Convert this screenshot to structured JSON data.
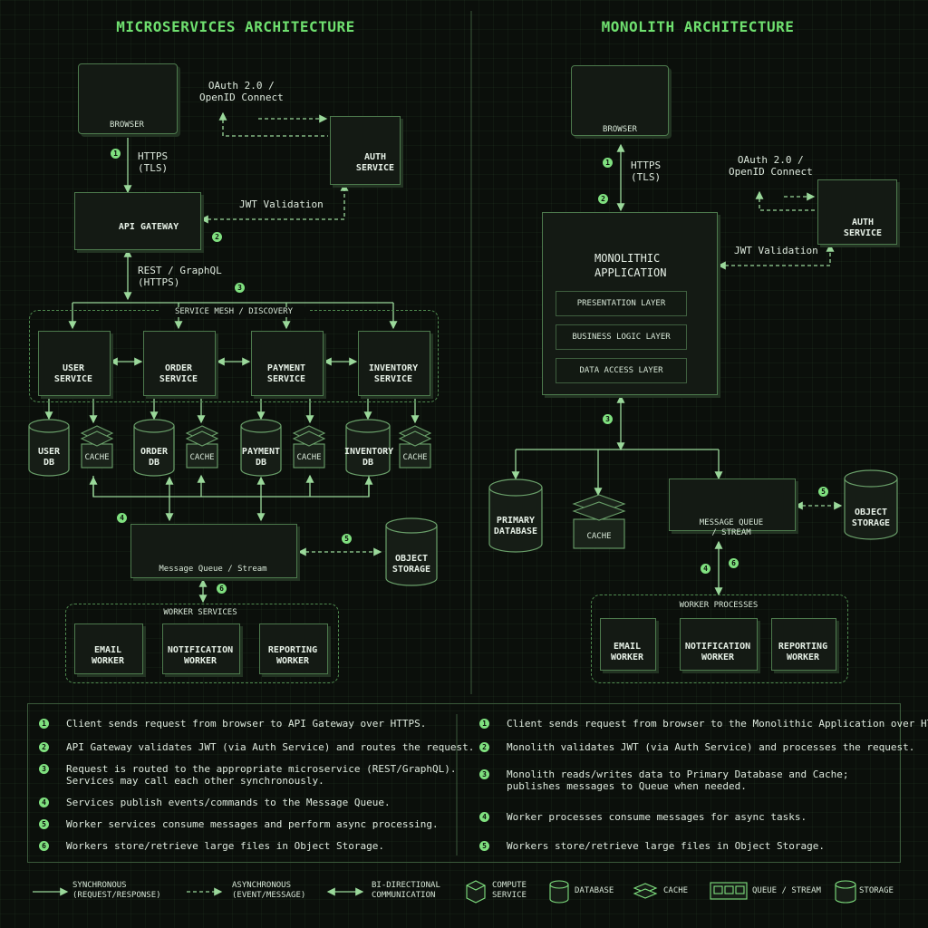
{
  "left": {
    "title": "MICROSERVICES ARCHITECTURE",
    "browser": "BROWSER",
    "https": "HTTPS\n(TLS)",
    "oauth": "OAuth 2.0 /\nOpenID Connect",
    "auth": "AUTH\nSERVICE",
    "jwt": "JWT Validation",
    "gateway": "API GATEWAY",
    "rest": "REST / GraphQL\n(HTTPS)",
    "mesh": "SERVICE MESH / DISCOVERY",
    "services": [
      "USER\nSERVICE",
      "ORDER\nSERVICE",
      "PAYMENT\nSERVICE",
      "INVENTORY\nSERVICE"
    ],
    "dbs": [
      "USER\nDB",
      "ORDER\nDB",
      "PAYMENT\nDB",
      "INVENTORY\nDB"
    ],
    "cache": "CACHE",
    "queue": "Message Queue / Stream",
    "object_storage": "OBJECT\nSTORAGE",
    "workers_title": "WORKER SERVICES",
    "workers": [
      "EMAIL\nWORKER",
      "NOTIFICATION\nWORKER",
      "REPORTING\nWORKER"
    ],
    "markers": [
      "1",
      "2",
      "3",
      "4",
      "5",
      "6"
    ]
  },
  "right": {
    "title": "MONOLITH ARCHITECTURE",
    "browser": "BROWSER",
    "https": "HTTPS\n(TLS)",
    "oauth": "OAuth 2.0 /\nOpenID Connect",
    "auth": "AUTH\nSERVICE",
    "jwt": "JWT Validation",
    "app": "MONOLITHIC\nAPPLICATION",
    "layers": [
      "PRESENTATION LAYER",
      "BUSINESS LOGIC LAYER",
      "DATA ACCESS LAYER"
    ],
    "primary_db": "PRIMARY\nDATABASE",
    "cache": "CACHE",
    "queue": "MESSAGE QUEUE\n/ STREAM",
    "object_storage": "OBJECT\nSTORAGE",
    "workers_title": "WORKER PROCESSES",
    "workers": [
      "EMAIL\nWORKER",
      "NOTIFICATION\nWORKER",
      "REPORTING\nWORKER"
    ],
    "markers": [
      "1",
      "2",
      "3",
      "4",
      "5",
      "6"
    ]
  },
  "steps_left": [
    {
      "n": "1",
      "text": "Client sends request from browser to API Gateway over HTTPS."
    },
    {
      "n": "2",
      "text": "API Gateway validates JWT (via Auth Service) and routes the request."
    },
    {
      "n": "3",
      "text": "Request is routed to the appropriate microservice (REST/GraphQL).\nServices may call each other synchronously."
    },
    {
      "n": "4",
      "text": "Services publish events/commands to the Message Queue."
    },
    {
      "n": "5",
      "text": "Worker services consume messages and perform async processing."
    },
    {
      "n": "6",
      "text": "Workers store/retrieve large files in Object Storage."
    }
  ],
  "steps_right": [
    {
      "n": "1",
      "text": "Client sends request from browser to the Monolithic Application over HTTPS."
    },
    {
      "n": "2",
      "text": "Monolith validates JWT (via Auth Service) and processes the request."
    },
    {
      "n": "3",
      "text": "Monolith reads/writes data to Primary Database and Cache;\npublishes messages to Queue when needed."
    },
    {
      "n": "4",
      "text": "Worker processes consume messages for async tasks."
    },
    {
      "n": "5",
      "text": "Workers store/retrieve large files in Object Storage."
    }
  ],
  "legend": {
    "sync": "SYNCHRONOUS\n(REQUEST/RESPONSE)",
    "async": "ASYNCHRONOUS\n(EVENT/MESSAGE)",
    "bidir": "BI-DIRECTIONAL\nCOMMUNICATION",
    "compute": "COMPUTE\nSERVICE",
    "database": "DATABASE",
    "cache": "CACHE",
    "queue": "QUEUE / STREAM",
    "storage": "STORAGE"
  },
  "colors": {
    "accent": "#7fe07f",
    "line": "#9ad89a",
    "background": "#0b0f0b"
  },
  "icons": [
    "globe-icon",
    "lock-icon",
    "cube-icon",
    "envelope-icon",
    "database-icon",
    "cache-icon"
  ]
}
